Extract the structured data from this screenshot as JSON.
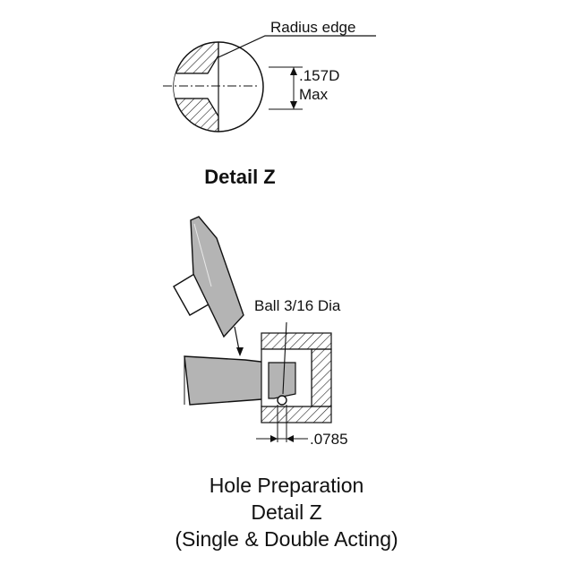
{
  "labels": {
    "radius_edge": "Radius edge",
    "dim_157": ".157D",
    "dim_max": "Max",
    "detail_z_title": "Detail Z",
    "ball": "Ball 3/16 Dia",
    "dim_0785": ".0785"
  },
  "caption": {
    "line1": "Hole Preparation",
    "line2": "Detail Z",
    "line3": "(Single & Double Acting)"
  },
  "colors": {
    "fill_gray": "#b4b4b4",
    "line": "#111111"
  }
}
